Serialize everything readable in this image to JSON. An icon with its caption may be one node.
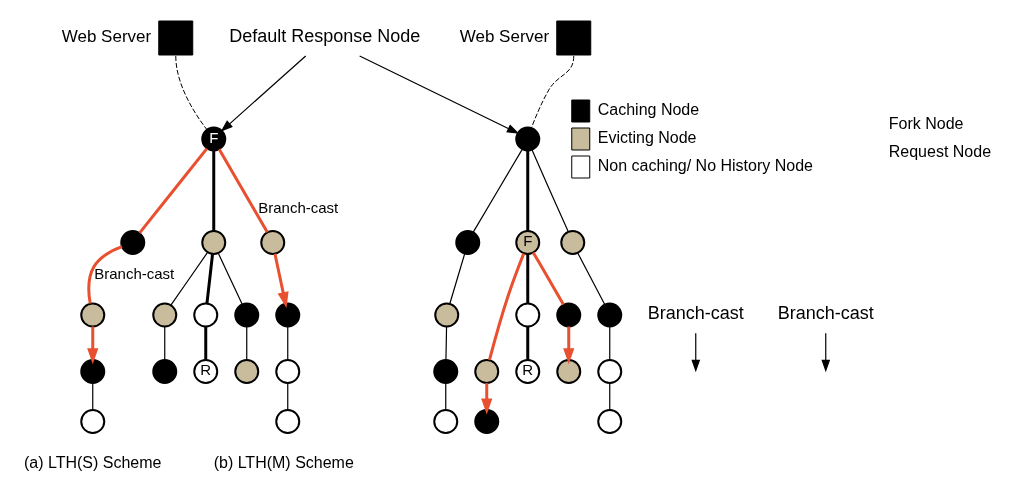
{
  "diagram": {
    "nodes": [
      {
        "text": [],
        "shape": "box",
        "beside": [
          "Web Server"
        ]
      },
      {
        "text": [
          "Default Response Node"
        ]
      },
      {
        "text": [],
        "shape": "box",
        "beside": [
          "Web Server"
        ]
      },
      {
        "text": [
          "F"
        ]
      },
      {
        "text": [],
        "shape": "circle"
      },
      {
        "text": [],
        "shape": "circle"
      },
      {
        "text": [],
        "shape": "circle"
      },
      {
        "text": [],
        "shape": "circle"
      },
      {
        "text": [],
        "shape": "circle"
      },
      {
        "text": [],
        "shape": "circle"
      },
      {
        "text": [],
        "shape": "circle"
      },
      {
        "text": [],
        "shape": "circle"
      },
      {
        "text": [],
        "shape": "circle"
      },
      {
        "text": [],
        "shape": "circle"
      },
      {
        "text": [],
        "shape": "circle"
      },
      {
        "text": [],
        "shape": "circle"
      },
      {
        "text": [],
        "shape": "circle"
      },
      {
        "text": [
          "R"
        ]
      },
      {
        "text": [],
        "shape": "circle"
      },
      {
        "text": [],
        "shape": "circle"
      },
      {
        "text": [],
        "shape": "circle"
      },
      {
        "text": [
          "F"
        ]
      },
      {
        "text": [],
        "shape": "circle"
      },
      {
        "text": [],
        "shape": "circle"
      },
      {
        "text": [],
        "shape": "circle"
      },
      {
        "text": [
          "Branch-cast"
        ]
      },
      {
        "text": [
          "Branch-cast"
        ]
      },
      {
        "text": [],
        "shape": "circle"
      },
      {
        "text": [],
        "shape": "circle"
      },
      {
        "text": [],
        "shape": "circle"
      },
      {
        "text": [],
        "shape": "circle"
      },
      {
        "text": [],
        "shape": "circle"
      },
      {
        "text": [],
        "shape": "circle"
      },
      {
        "text": [],
        "shape": "circle"
      },
      {
        "text": [
          "R"
        ]
      },
      {
        "text": [],
        "shape": "circle"
      },
      {
        "text": [],
        "shape": "circle"
      }
    ],
    "edges": [
      {
        "from": 0,
        "to": 3,
        "arrow": "none",
        "style": "dashed"
      },
      {
        "from": 1,
        "to": 3,
        "arrow": "to"
      },
      {
        "from": 1,
        "to": 4,
        "arrow": "to"
      },
      {
        "from": 2,
        "to": 4,
        "arrow": "none",
        "style": "dashed"
      },
      {
        "from": 3,
        "to": 5,
        "arrow": "none",
        "style": "thick",
        "color": "#e8502f"
      },
      {
        "from": 5,
        "to": 8,
        "arrow": "none",
        "style": "thick",
        "color": "#e8502f",
        "label": "Branch-cast"
      },
      {
        "from": 8,
        "to": 10,
        "arrow": "to",
        "style": "thick",
        "color": "#e8502f"
      },
      {
        "from": 3,
        "to": 7,
        "arrow": "none",
        "style": "thick",
        "color": "#e8502f",
        "label": "Branch-cast"
      },
      {
        "from": 7,
        "to": 9,
        "arrow": "to",
        "style": "thick",
        "color": "#e8502f"
      },
      {
        "from": 3,
        "to": 6,
        "arrow": "none",
        "style": "thick"
      },
      {
        "from": 6,
        "to": 11,
        "arrow": "none"
      },
      {
        "from": 6,
        "to": 12,
        "arrow": "none",
        "style": "thick"
      },
      {
        "from": 6,
        "to": 13,
        "arrow": "none"
      },
      {
        "from": 9,
        "to": 14,
        "arrow": "none"
      },
      {
        "from": 10,
        "to": 15,
        "arrow": "none"
      },
      {
        "from": 11,
        "to": 16,
        "arrow": "none"
      },
      {
        "from": 12,
        "to": 17,
        "arrow": "none",
        "style": "thick"
      },
      {
        "from": 13,
        "to": 18,
        "arrow": "none"
      },
      {
        "from": 14,
        "to": 19,
        "arrow": "none"
      },
      {
        "from": 4,
        "to": 20,
        "arrow": "none"
      },
      {
        "from": 4,
        "to": 21,
        "arrow": "none",
        "style": "thick"
      },
      {
        "from": 4,
        "to": 22,
        "arrow": "none"
      },
      {
        "from": 20,
        "to": 23,
        "arrow": "none"
      },
      {
        "from": 22,
        "to": 24,
        "arrow": "none"
      },
      {
        "from": 23,
        "to": 27,
        "arrow": "none"
      },
      {
        "from": 21,
        "to": 28,
        "arrow": "none",
        "style": "thick",
        "color": "#e8502f"
      },
      {
        "from": 21,
        "to": 29,
        "arrow": "none",
        "style": "thick"
      },
      {
        "from": 21,
        "to": 30,
        "arrow": "none",
        "style": "thick",
        "color": "#e8502f"
      },
      {
        "from": 24,
        "to": 31,
        "arrow": "none"
      },
      {
        "from": 27,
        "to": 32,
        "arrow": "none"
      },
      {
        "from": 28,
        "to": 33,
        "arrow": "to",
        "style": "thick",
        "color": "#e8502f"
      },
      {
        "from": 29,
        "to": 34,
        "arrow": "none",
        "style": "thick"
      },
      {
        "from": 30,
        "to": 35,
        "arrow": "to",
        "style": "thick",
        "color": "#e8502f"
      },
      {
        "from": 31,
        "to": 36,
        "arrow": "none"
      },
      {
        "from": 25,
        "to": null,
        "arrow": "to"
      },
      {
        "from": 26,
        "to": null,
        "arrow": "to"
      }
    ],
    "labels": [
      "(a) LTH(S) Scheme",
      "(b) LTH(M) Scheme"
    ],
    "legend": [
      {
        "text": "Caching Node",
        "color": "#000000"
      },
      {
        "text": "Evicting Node",
        "color": "#c9bc9c"
      },
      {
        "text": "Non caching/ No History Node",
        "color": "#ffffff"
      },
      {
        "text": "Fork Node"
      },
      {
        "text": "Request Node"
      }
    ]
  }
}
